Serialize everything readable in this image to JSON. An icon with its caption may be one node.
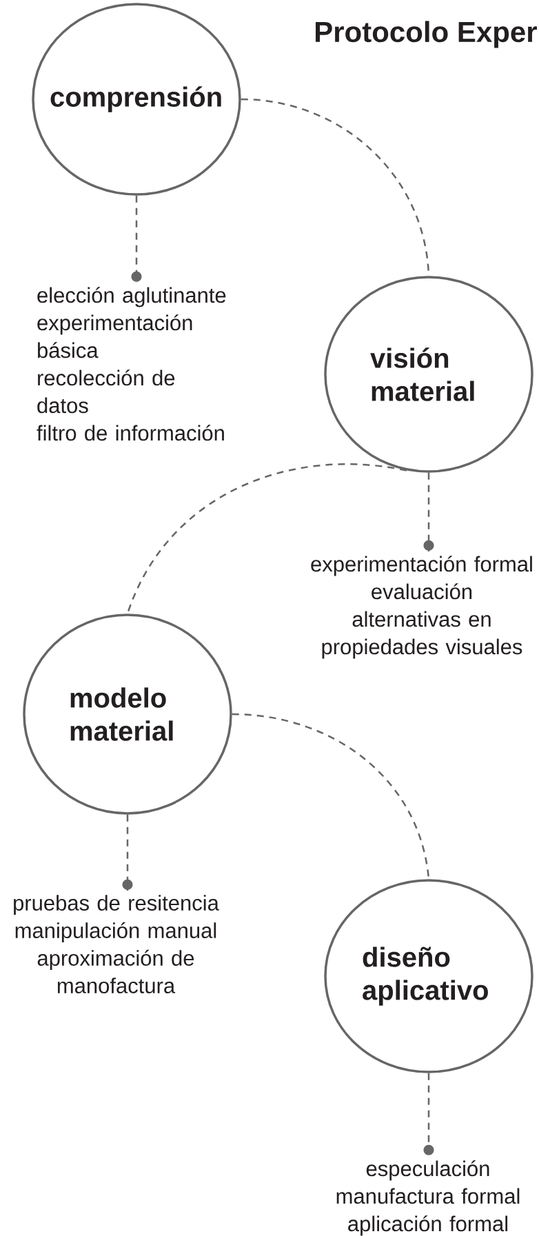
{
  "diagram": {
    "title": "Protocolo Exper",
    "nodes": [
      {
        "text": [
          "comprensión"
        ]
      },
      {
        "text": [
          "elección aglutinante",
          "experimentación básica",
          "recolección de datos",
          "filtro de información"
        ]
      },
      {
        "text": [
          "visión material"
        ]
      },
      {
        "text": [
          "experimentación formal",
          "evaluación",
          "alternativas en propiedades visuales"
        ]
      },
      {
        "text": [
          "modelo material"
        ]
      },
      {
        "text": [
          "pruebas de resitencia",
          "manipulación manual",
          "aproximación de manofactura"
        ]
      },
      {
        "text": [
          "diseño aplicativo"
        ]
      },
      {
        "text": [
          "especulación",
          "manufactura formal",
          "aplicación formal"
        ]
      }
    ],
    "edges": [
      {
        "from": 0,
        "to": 2,
        "arrow": "none",
        "style": "dashed"
      },
      {
        "from": 2,
        "to": 4,
        "arrow": "none",
        "style": "dashed"
      },
      {
        "from": 4,
        "to": 6,
        "arrow": "none",
        "style": "dashed"
      },
      {
        "from": 0,
        "to": 1,
        "arrow": "other",
        "style": "dashed"
      },
      {
        "from": 2,
        "to": 3,
        "arrow": "other",
        "style": "dashed"
      },
      {
        "from": 4,
        "to": 5,
        "arrow": "other",
        "style": "dashed"
      },
      {
        "from": 6,
        "to": 7,
        "arrow": "other",
        "style": "dashed"
      }
    ]
  }
}
